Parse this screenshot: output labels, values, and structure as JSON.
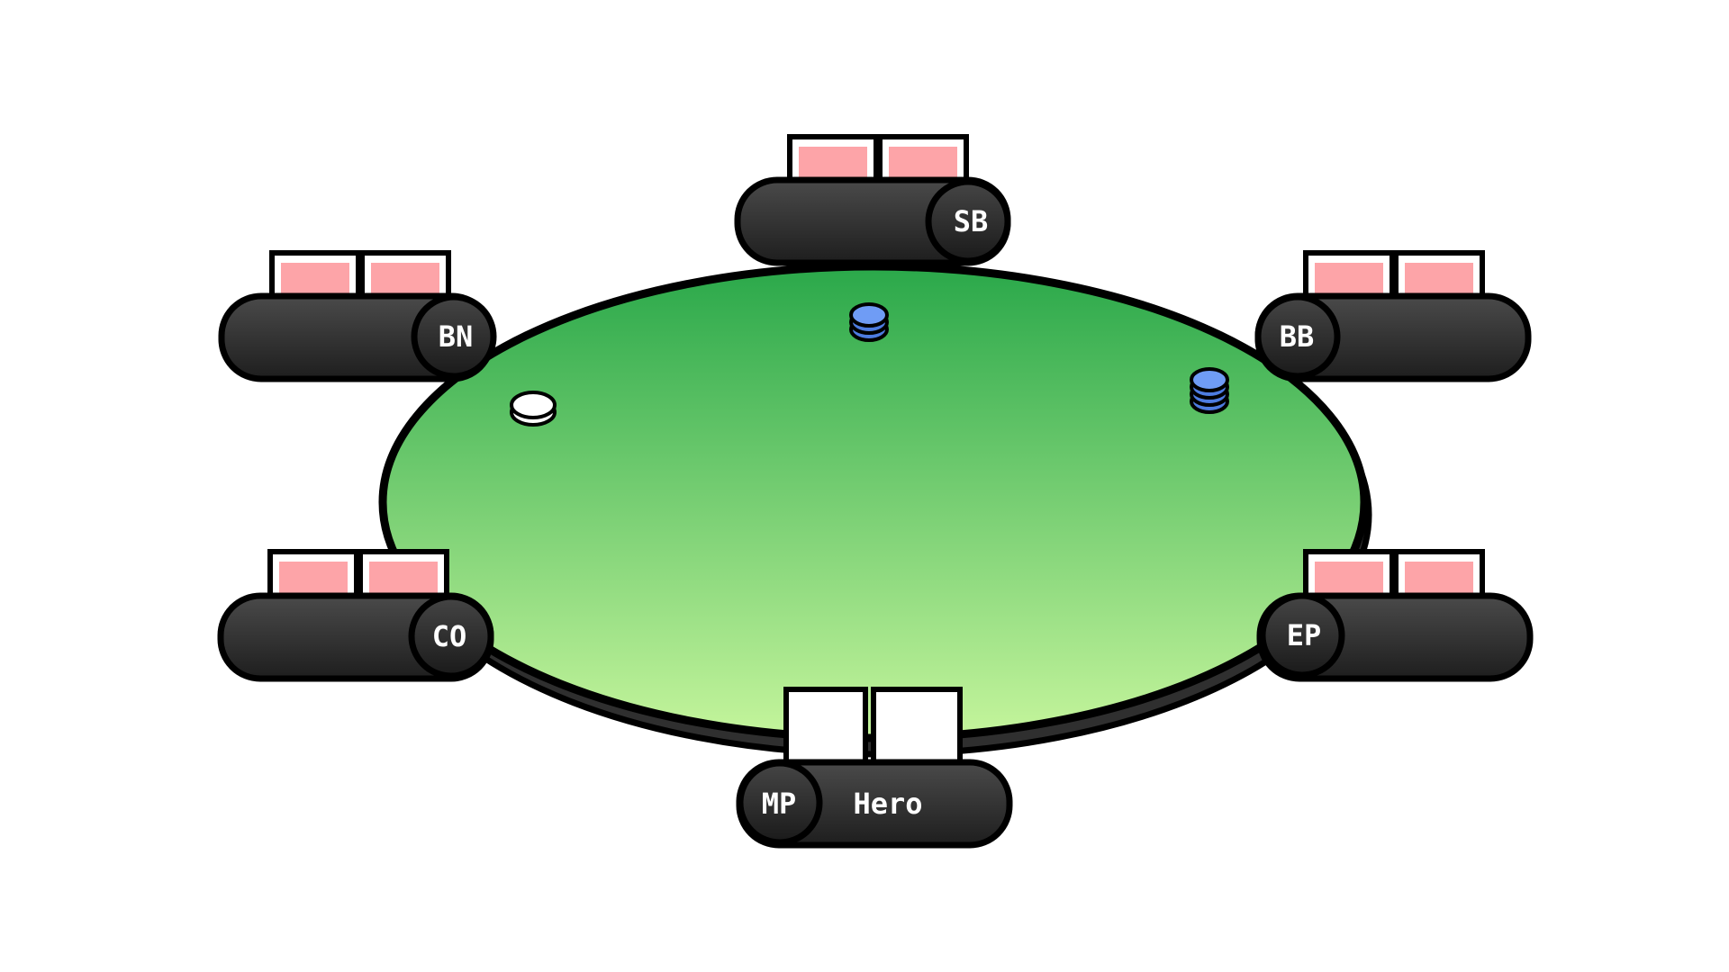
{
  "colors": {
    "felt_top": "#2aa84a",
    "felt_bottom": "#c5f59c",
    "plate_top": "#4a4a4a",
    "plate_bottom": "#1e1e1e",
    "card_back": "#fda4a8",
    "card_face_blank": "#ffffff",
    "small_blind_chip": "#6f9cf5",
    "dealer_button": "#ffffff",
    "outline": "#000000",
    "label_text": "#ffffff"
  },
  "seats": [
    {
      "id": "sb",
      "position": "SB",
      "name": "",
      "cards": "face-down",
      "role": "opponent"
    },
    {
      "id": "bn",
      "position": "BN",
      "name": "",
      "cards": "face-down",
      "role": "opponent",
      "has_dealer_button": true
    },
    {
      "id": "bb",
      "position": "BB",
      "name": "",
      "cards": "face-down",
      "role": "opponent"
    },
    {
      "id": "co",
      "position": "CO",
      "name": "",
      "cards": "face-down",
      "role": "opponent"
    },
    {
      "id": "ep",
      "position": "EP",
      "name": "",
      "cards": "face-down",
      "role": "opponent"
    },
    {
      "id": "mp",
      "position": "MP",
      "name": "Hero",
      "cards": "blank",
      "role": "hero"
    }
  ],
  "bets": {
    "sb_chip_stack_count": 2,
    "bb_chip_stack_count": 3
  },
  "icons": {
    "dealer": "dealer-button-icon",
    "chips": "chip-stack-icon"
  }
}
